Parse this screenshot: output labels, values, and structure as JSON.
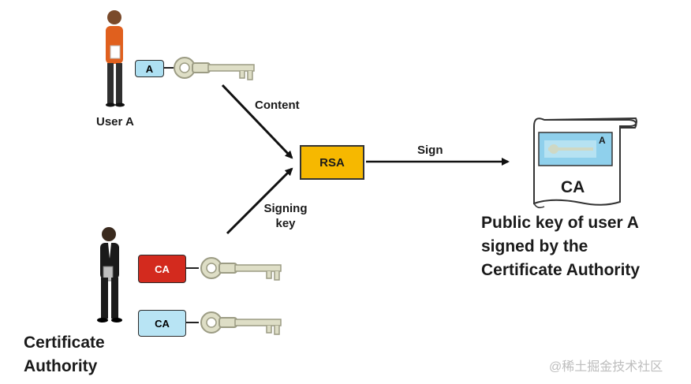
{
  "nodes": {
    "user_a_label": "User A",
    "user_a_key_tag": "A",
    "content_label": "Content",
    "rsa_label": "RSA",
    "sign_label": "Sign",
    "signing_key_label_1": "Signing",
    "signing_key_label_2": "key",
    "ca_private_key_tag": "CA",
    "ca_public_key_tag": "CA",
    "ca_label_1": "Certificate",
    "ca_label_2": "Authority",
    "certificate_tag": "A",
    "certificate_ca": "CA",
    "result_line_1": "Public key of user A",
    "result_line_2": "signed by the",
    "result_line_3": "Certificate Authority",
    "watermark": "@稀土掘金技术社区"
  },
  "colors": {
    "rsa_box": "#f6b800",
    "user_tag": "#aee0f2",
    "private_tag": "#d32a1e",
    "public_tag": "#b8e4f4",
    "key_fill": "#dedec6"
  }
}
